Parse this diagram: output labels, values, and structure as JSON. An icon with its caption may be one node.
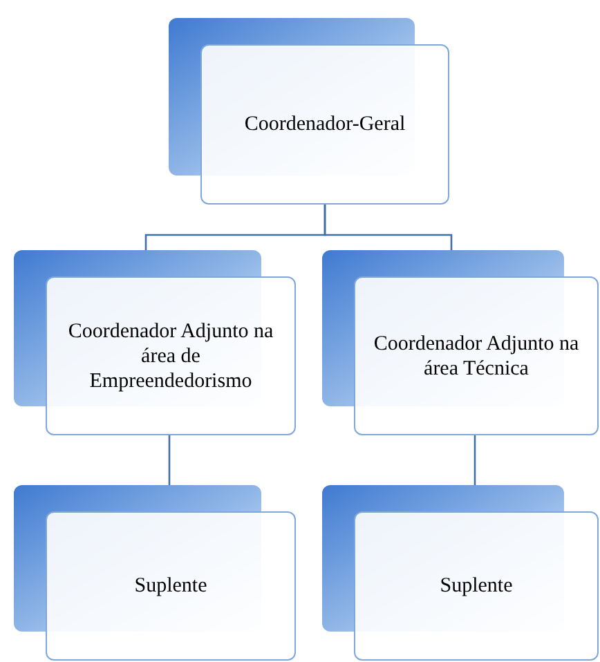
{
  "diagram": {
    "nodes": [
      {
        "text": [
          "Coordenador-Geral"
        ]
      },
      {
        "text": [
          "Coordenador Adjunto na área de Empreendedorismo"
        ]
      },
      {
        "text": [
          "Coordenador Adjunto na área Técnica"
        ]
      },
      {
        "text": [
          "Suplente"
        ]
      },
      {
        "text": [
          "Suplente"
        ]
      }
    ],
    "edges": [
      {
        "from": 0,
        "to": 1,
        "arrow": "none"
      },
      {
        "from": 0,
        "to": 2,
        "arrow": "none"
      },
      {
        "from": 1,
        "to": 3,
        "arrow": "none"
      },
      {
        "from": 2,
        "to": 4,
        "arrow": "none"
      }
    ]
  }
}
